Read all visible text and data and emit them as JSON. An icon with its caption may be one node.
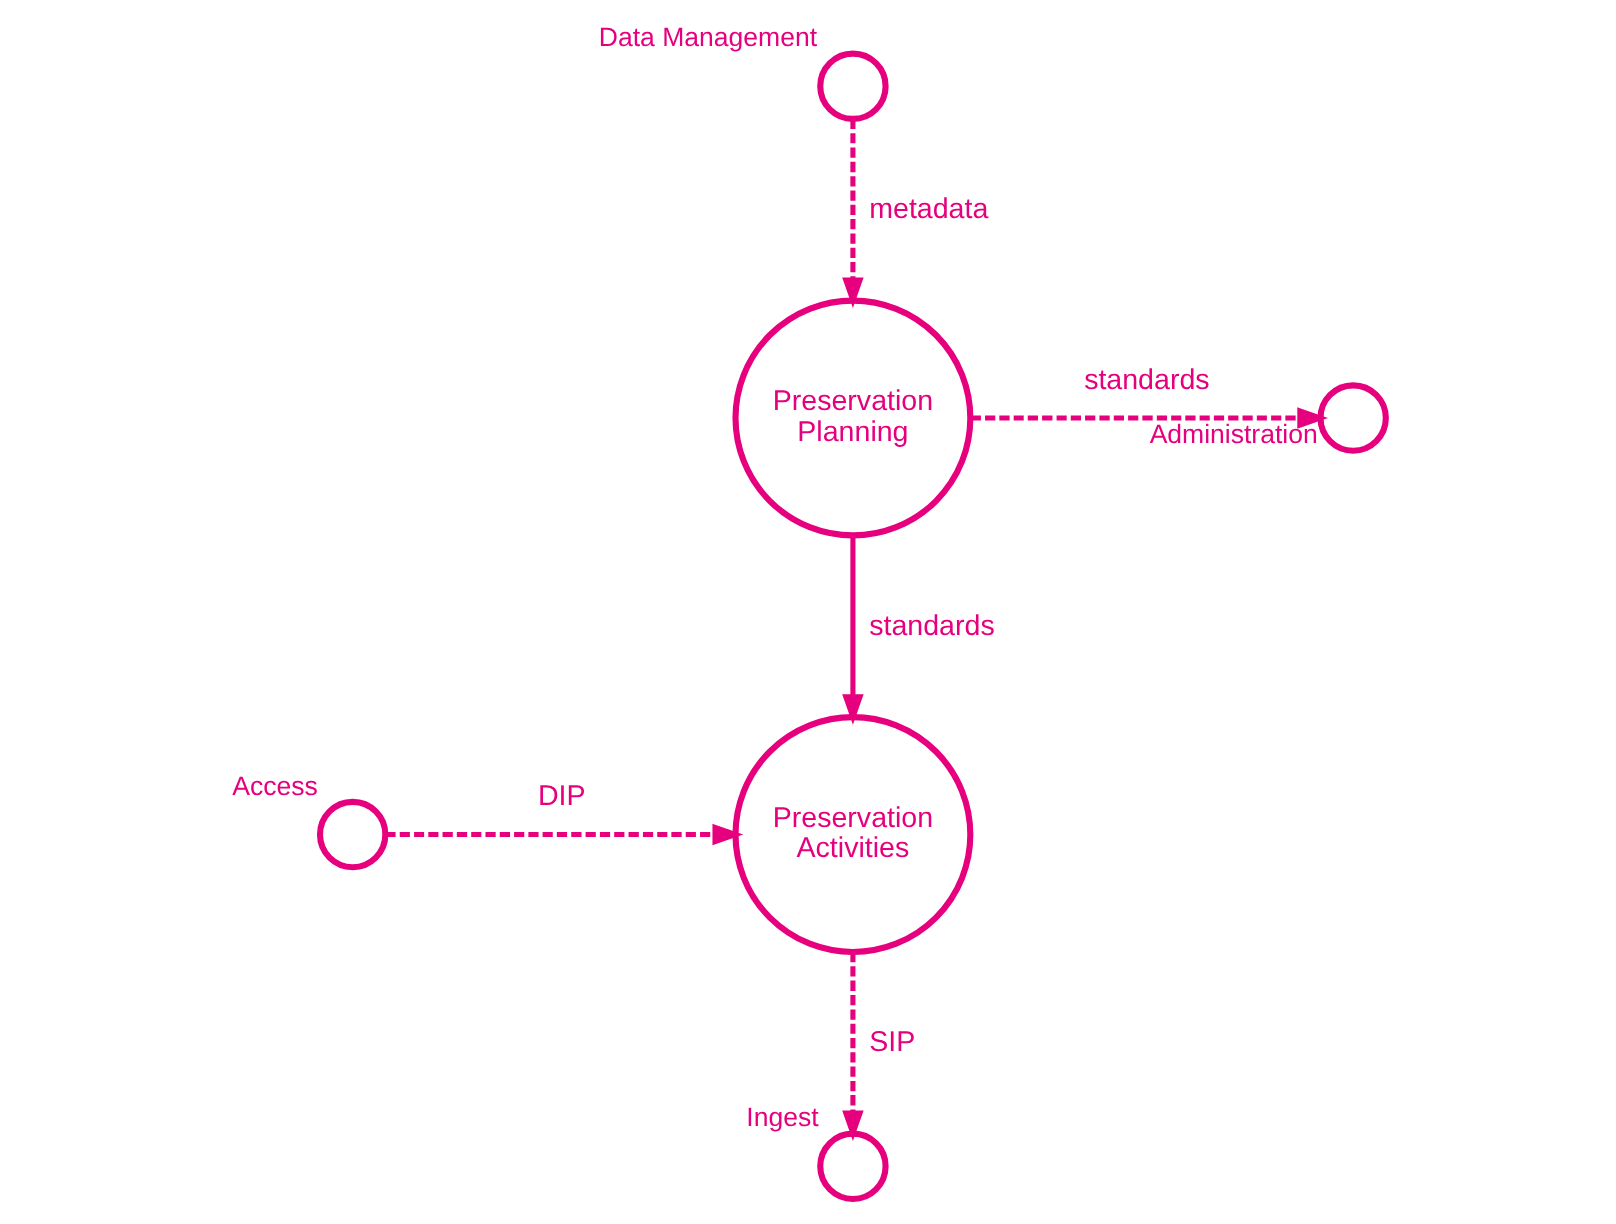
{
  "diagram": {
    "nodes": [
      {
        "text": [
          "Data Management"
        ]
      },
      {
        "text": [
          "Preservation Planning"
        ]
      },
      {
        "text": [
          "Administration"
        ]
      },
      {
        "text": [
          "Preservation Activities"
        ]
      },
      {
        "text": [
          "Access"
        ]
      },
      {
        "text": [
          "Ingest"
        ]
      }
    ],
    "edges": [
      {
        "from": 0,
        "to": 1,
        "arrow": "to",
        "label": "metadata",
        "style": "dashed"
      },
      {
        "from": 1,
        "to": 2,
        "arrow": "to",
        "label": "standards",
        "style": "dashed"
      },
      {
        "from": 1,
        "to": 3,
        "arrow": "to",
        "label": "standards"
      },
      {
        "from": 4,
        "to": 3,
        "arrow": "to",
        "label": "DIP",
        "style": "dashed"
      },
      {
        "from": 3,
        "to": 5,
        "arrow": "to",
        "label": "SIP",
        "style": "dashed"
      }
    ]
  }
}
